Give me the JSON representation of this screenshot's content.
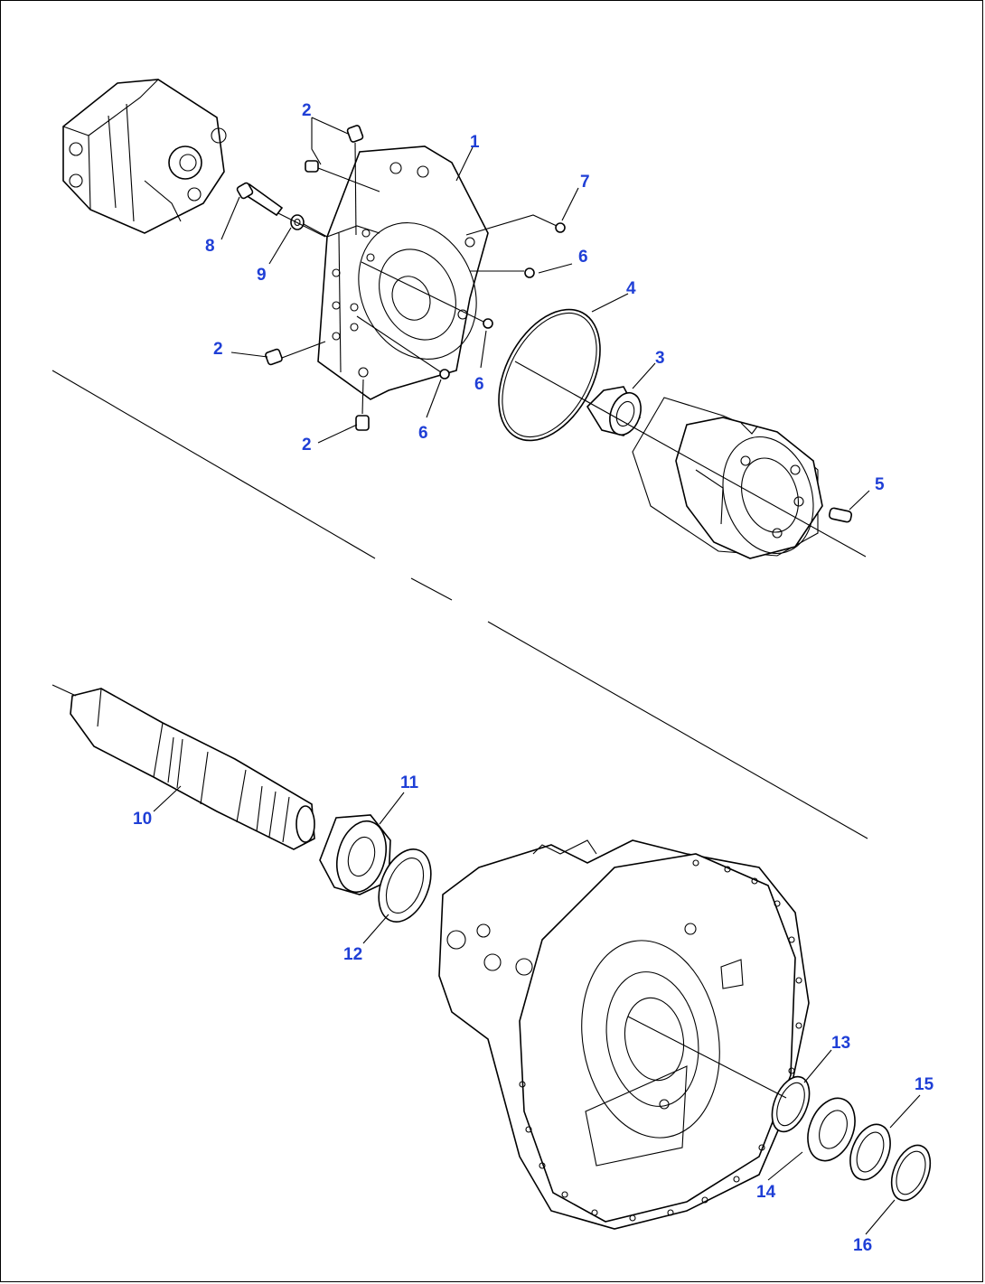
{
  "colors": {
    "callout": "#1f3fd6",
    "line": "#000000",
    "background": "#ffffff"
  },
  "callouts": {
    "c1": "1",
    "c2a": "2",
    "c2b": "2",
    "c2c": "2",
    "c3": "3",
    "c4": "4",
    "c5": "5",
    "c6a": "6",
    "c6b": "6",
    "c6c": "6",
    "c7": "7",
    "c8": "8",
    "c9": "9",
    "c10": "10",
    "c11": "11",
    "c12": "12",
    "c13": "13",
    "c14": "14",
    "c15": "15",
    "c16": "16"
  }
}
